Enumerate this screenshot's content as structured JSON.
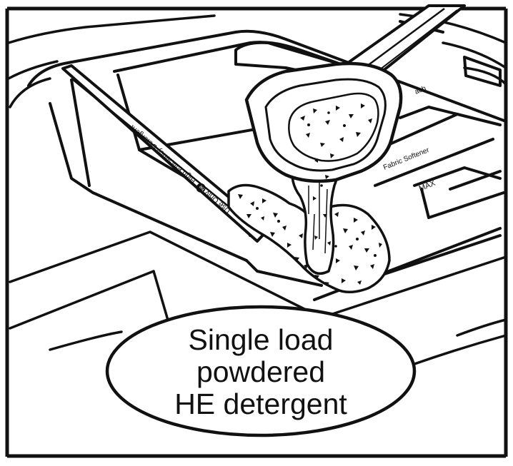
{
  "illustration": {
    "tray_label_front": "Use Only",
    "tray_label_he_mark": "he",
    "tray_label_back": "High Efficiency Detergent",
    "compartment_label_softener": "Fabric Softener",
    "compartment_label_max": "MAX",
    "compartment_label_partial": "ach"
  },
  "caption": {
    "line1": "Single load",
    "line2": "powdered",
    "line3": "HE detergent"
  }
}
